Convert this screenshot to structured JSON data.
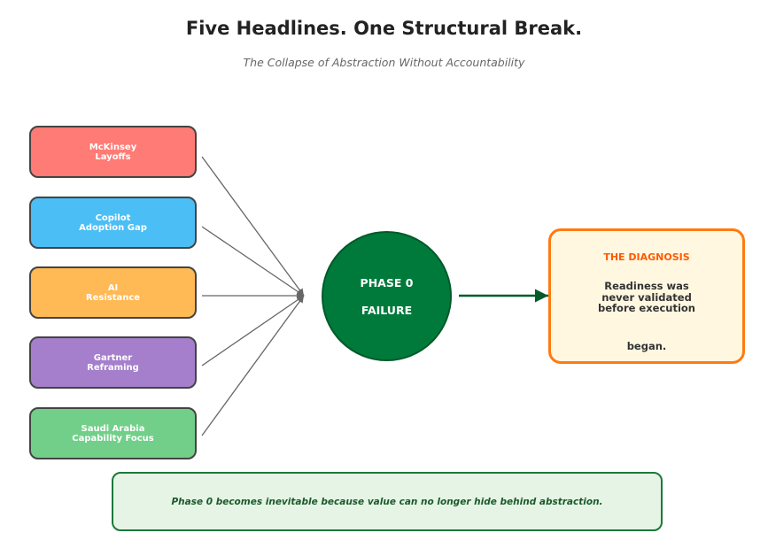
{
  "title": "Five Headlines. One Structural Break.",
  "subtitle": "The Collapse of Abstraction Without Accountability",
  "sources": [
    {
      "label": "McKinsey\nLayoffs",
      "color": "#ff7b75"
    },
    {
      "label": "Copilot\nAdoption Gap",
      "color": "#4bbef5"
    },
    {
      "label": "AI\nResistance",
      "color": "#ffb955"
    },
    {
      "label": "Gartner\nReframing",
      "color": "#a57fcc"
    },
    {
      "label": "Saudi Arabia\nCapability Focus",
      "color": "#72cf8a"
    }
  ],
  "center": {
    "line1": "PHASE 0",
    "line2": "FAILURE",
    "color": "#007a3a"
  },
  "diagnosis": {
    "title": "THE DIAGNOSIS",
    "body": "Readiness was\nnever validated\nbefore execution",
    "tail": "began."
  },
  "footer": "Phase 0 becomes inevitable because value can no longer hide behind abstraction.",
  "colors": {
    "link": "#666666",
    "arrow": "#005a2a",
    "accent": "#ff7a10"
  }
}
